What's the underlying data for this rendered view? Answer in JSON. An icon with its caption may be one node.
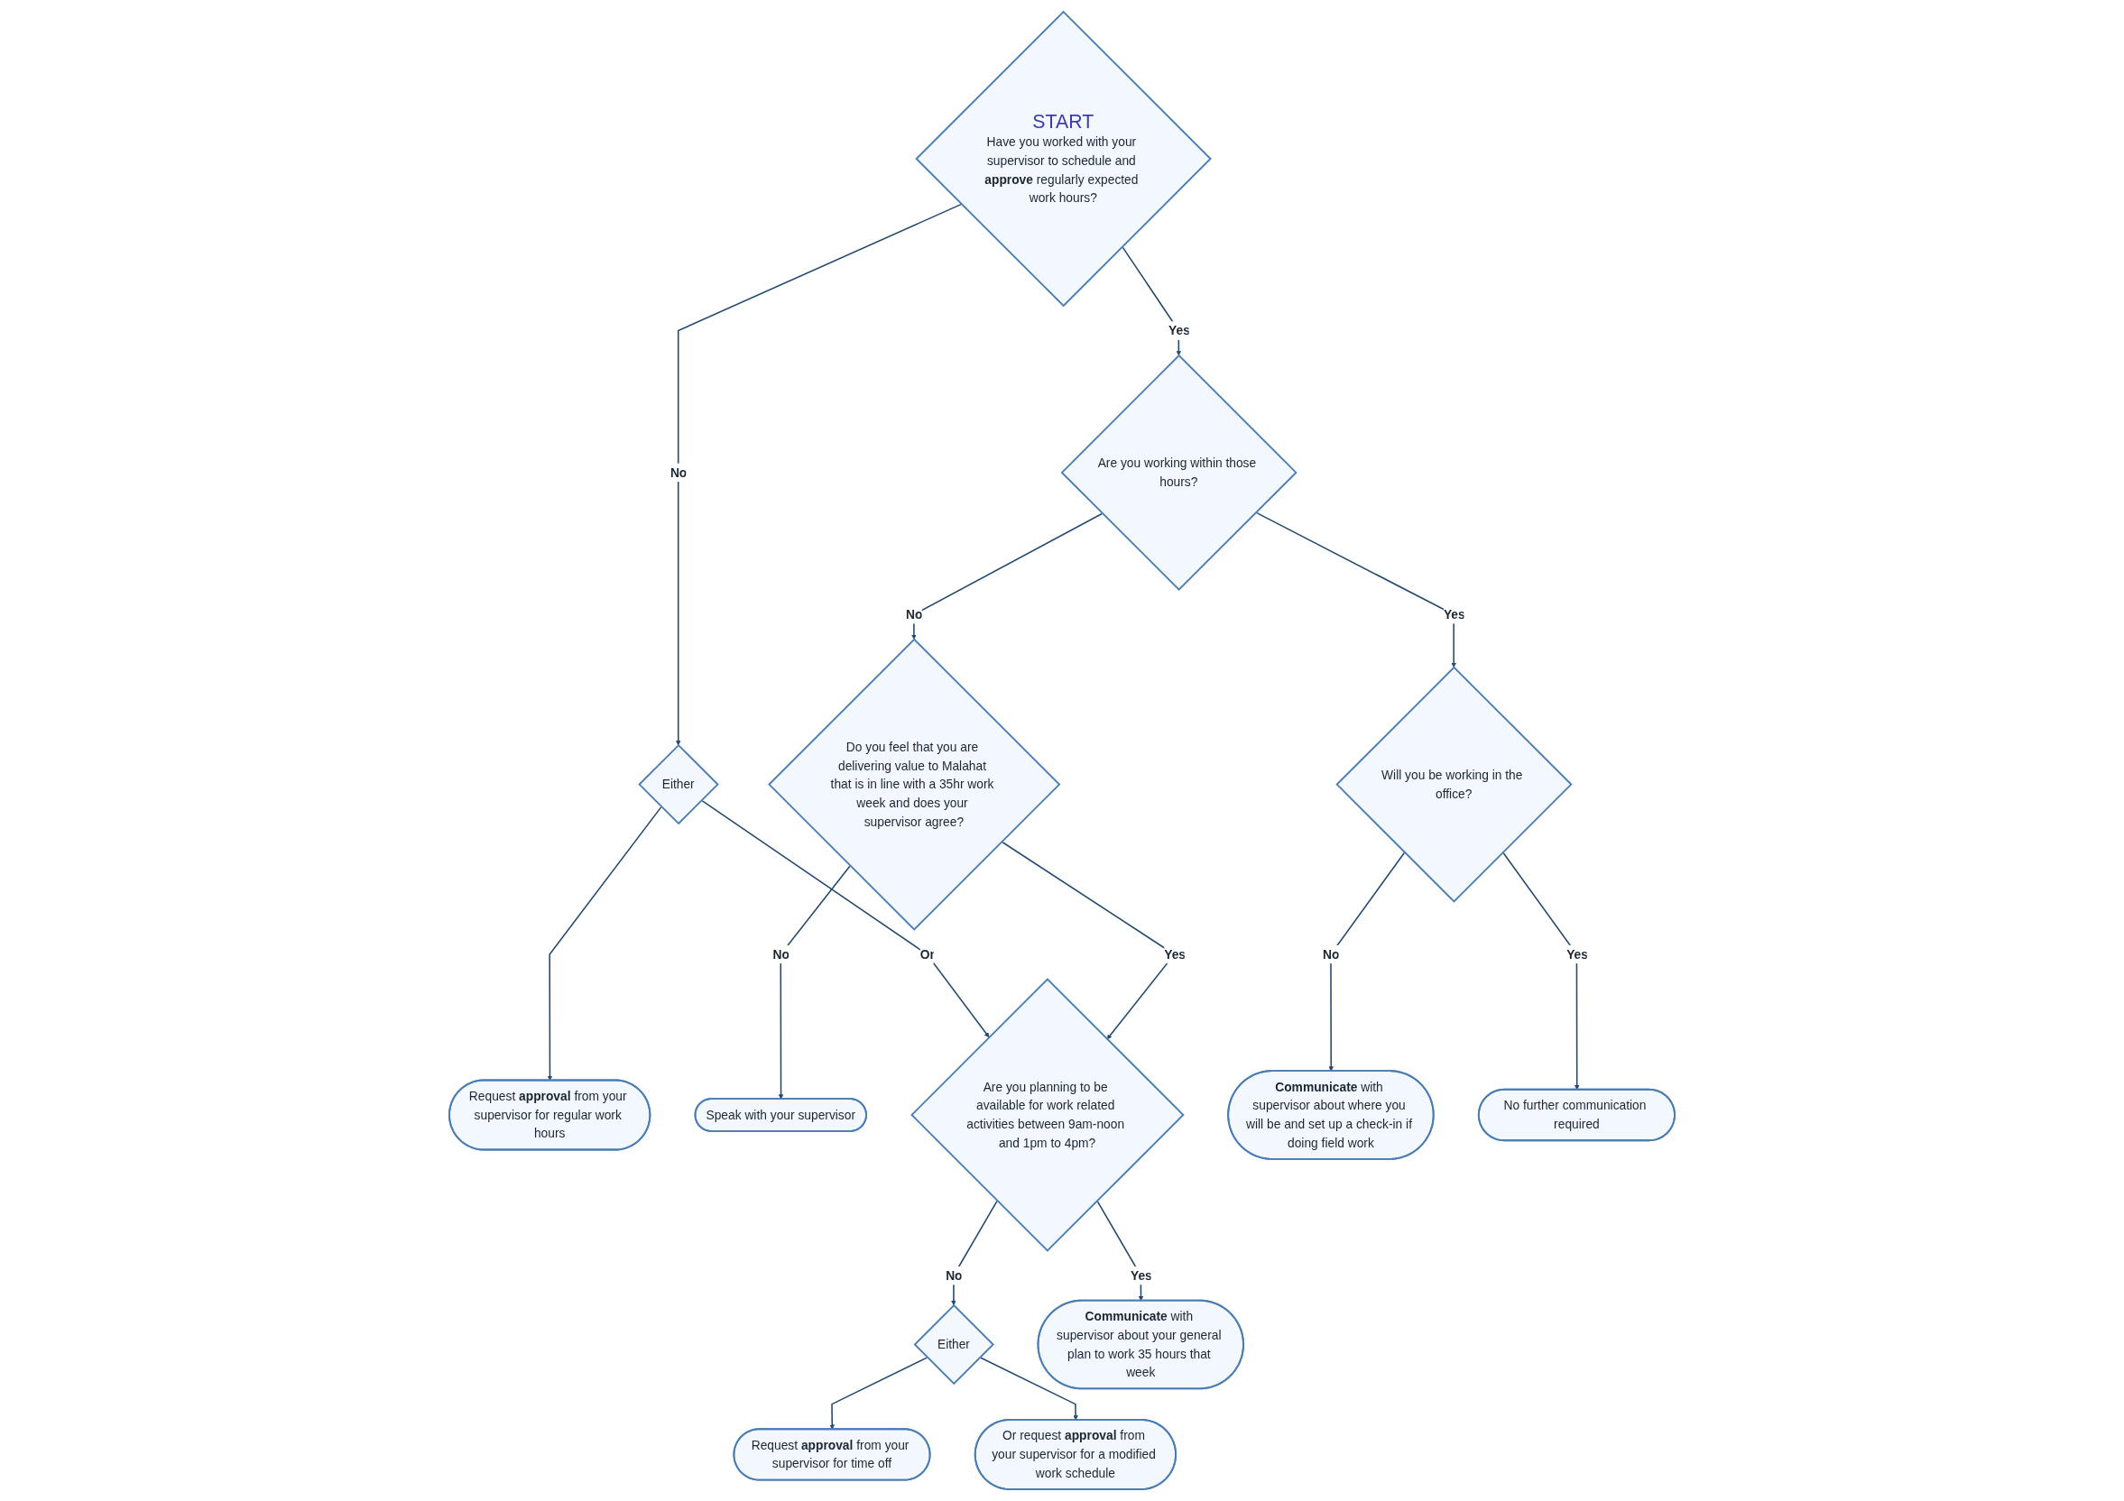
{
  "diagram": {
    "nodes": [
      {
        "text": [
          "START",
          "Have you worked with your supervisor to schedule and **approve** regularly expected work hours?"
        ]
      },
      {
        "text": [
          "Are you working within those hours?"
        ]
      },
      {
        "text": [
          "Do you feel that you are delivering value to Malahat that is in line with a 35hr work week and does your supervisor agree?"
        ]
      },
      {
        "text": [
          "Speak with your supervisor"
        ]
      },
      {
        "text": [
          "Will you be working in the office?"
        ]
      },
      {
        "text": [
          "**Communicate** with supervisor about where you will be and set up a check-in if doing field work"
        ]
      },
      {
        "text": [
          "No further communication required"
        ]
      },
      {
        "text": [
          "Either"
        ]
      },
      {
        "text": [
          "Request **approval** from your supervisor for regular work hours"
        ]
      },
      {
        "text": [
          "Are you planning to be available for work related activities between 9am-noon and 1pm to 4pm?"
        ]
      },
      {
        "text": [
          "Either"
        ]
      },
      {
        "text": [
          "Request **approval** from your supervisor for time off"
        ]
      },
      {
        "text": [
          "Or request **approval** from your supervisor for a modified work schedule"
        ]
      },
      {
        "text": [
          "**Communicate** with supervisor about your general plan to work 35 hours that week"
        ]
      }
    ],
    "edges": [
      {
        "from": 0,
        "to": 1,
        "arrow": "to",
        "label": "Yes"
      },
      {
        "from": 0,
        "to": 7,
        "arrow": "to",
        "label": "No"
      },
      {
        "from": 1,
        "to": 2,
        "arrow": "to",
        "label": "No"
      },
      {
        "from": 1,
        "to": 4,
        "arrow": "to",
        "label": "Yes"
      },
      {
        "from": 2,
        "to": 3,
        "arrow": "to",
        "label": "No"
      },
      {
        "from": 2,
        "to": 9,
        "arrow": "to",
        "label": "Yes"
      },
      {
        "from": 4,
        "to": 5,
        "arrow": "to",
        "label": "No"
      },
      {
        "from": 4,
        "to": 6,
        "arrow": "to",
        "label": "Yes"
      },
      {
        "from": 7,
        "to": 8,
        "arrow": "to"
      },
      {
        "from": 7,
        "to": 9,
        "arrow": "to",
        "label": "Or"
      },
      {
        "from": 9,
        "to": 10,
        "arrow": "to",
        "label": "No"
      },
      {
        "from": 9,
        "to": 13,
        "arrow": "to",
        "label": "Yes"
      },
      {
        "from": 10,
        "to": 11,
        "arrow": "to"
      },
      {
        "from": 10,
        "to": 12,
        "arrow": "to"
      }
    ]
  }
}
